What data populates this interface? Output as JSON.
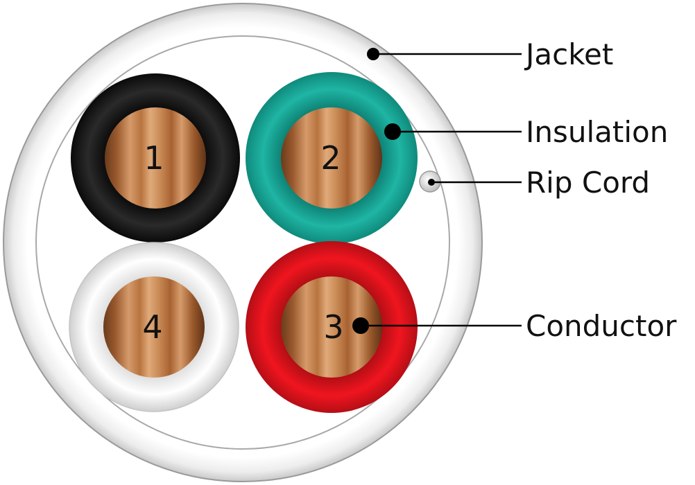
{
  "labels": {
    "jacket": "Jacket",
    "insulation": "Insulation",
    "rip_cord": "Rip Cord",
    "conductor": "Conductor"
  },
  "wires": [
    {
      "number": "1",
      "insulation_color": "#1c1c1c"
    },
    {
      "number": "2",
      "insulation_color": "#1aa394"
    },
    {
      "number": "3",
      "insulation_color": "#e0131d"
    },
    {
      "number": "4",
      "insulation_color": "#f2f2f2"
    }
  ],
  "colors": {
    "jacket": "#f4f4f4",
    "jacket_edge": "#9a9a9a",
    "copper": "#c8875a",
    "leader_line": "#000000"
  }
}
